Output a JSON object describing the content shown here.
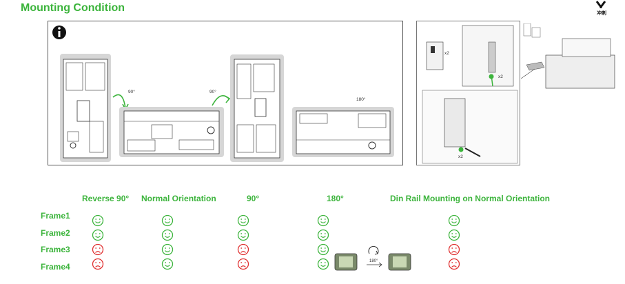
{
  "page": {
    "title": "Mounting Condition",
    "logo_text": "冲刺"
  },
  "figure": {
    "info_icon": "info-icon",
    "rotation_labels": [
      "90°",
      "90°",
      "180°"
    ],
    "detail_labels": [
      "x2",
      "x2",
      "x2"
    ]
  },
  "table": {
    "columns": [
      "Reverse 90°",
      "Normal Orientation",
      "90°",
      "180°",
      "Din Rail Mounting on Normal Orientation"
    ],
    "rows": [
      {
        "label": "Frame1",
        "cells": [
          "ok",
          "ok",
          "ok",
          "ok",
          "ok"
        ]
      },
      {
        "label": "Frame2",
        "cells": [
          "ok",
          "ok",
          "ok",
          "ok",
          "ok"
        ]
      },
      {
        "label": "Frame3",
        "cells": [
          "no",
          "ok",
          "no",
          "ok",
          "no"
        ]
      },
      {
        "label": "Frame4",
        "cells": [
          "no",
          "ok",
          "no",
          "ok",
          "no"
        ]
      }
    ],
    "rotate_note": "180°",
    "colors": {
      "ok": "#3cb43c",
      "no": "#e03030",
      "heading": "#3cb43c"
    }
  }
}
